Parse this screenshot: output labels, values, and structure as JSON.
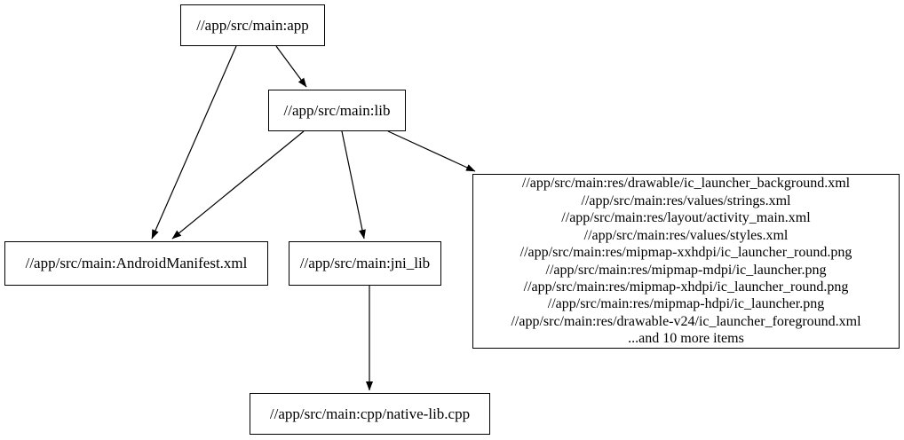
{
  "diagram": {
    "kind": "build-dependency-graph",
    "background_color": "#ffffff",
    "node_border_color": "#000000",
    "edge_color": "#000000"
  },
  "nodes": {
    "app": {
      "label": "//app/src/main:app"
    },
    "lib": {
      "label": "//app/src/main:lib"
    },
    "manifest": {
      "label": "//app/src/main:AndroidManifest.xml"
    },
    "jni_lib": {
      "label": "//app/src/main:jni_lib"
    },
    "res": {
      "lines": [
        "//app/src/main:res/drawable/ic_launcher_background.xml",
        "//app/src/main:res/values/strings.xml",
        "//app/src/main:res/layout/activity_main.xml",
        "//app/src/main:res/values/styles.xml",
        "//app/src/main:res/mipmap-xxhdpi/ic_launcher_round.png",
        "//app/src/main:res/mipmap-mdpi/ic_launcher.png",
        "//app/src/main:res/mipmap-xhdpi/ic_launcher_round.png",
        "//app/src/main:res/mipmap-hdpi/ic_launcher.png",
        "//app/src/main:res/drawable-v24/ic_launcher_foreground.xml",
        "...and 10 more items"
      ]
    },
    "native_cpp": {
      "label": "//app/src/main:cpp/native-lib.cpp"
    }
  },
  "edges": [
    {
      "from": "app",
      "to": "lib"
    },
    {
      "from": "app",
      "to": "manifest"
    },
    {
      "from": "lib",
      "to": "manifest"
    },
    {
      "from": "lib",
      "to": "jni_lib"
    },
    {
      "from": "lib",
      "to": "res"
    },
    {
      "from": "jni_lib",
      "to": "native_cpp"
    }
  ]
}
